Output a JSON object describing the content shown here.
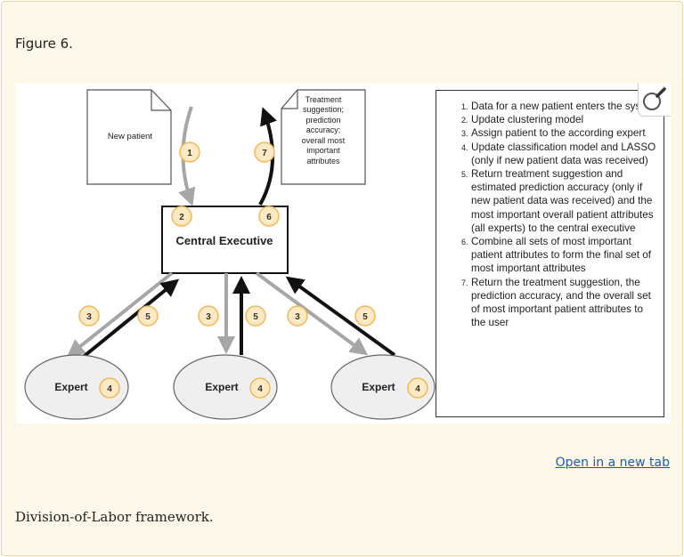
{
  "figure": {
    "title": "Figure 6.",
    "caption": "Division-of-Labor framework.",
    "open_link": "Open in a new tab"
  },
  "diagram": {
    "doc_new_patient": "New patient",
    "doc_output_lines": [
      "Treatment",
      "suggestion;",
      "prediction",
      "accuracy;",
      "overall most",
      "important",
      "attributes"
    ],
    "central_executive": "Central Executive",
    "expert_label": "Expert",
    "badges": {
      "b1": "1",
      "b2": "2",
      "b3": "3",
      "b4": "4",
      "b5": "5",
      "b6": "6",
      "b7": "7"
    },
    "steps": [
      "Data for a new patient enters the system",
      "Update clustering model",
      "Assign patient to the according expert",
      "Update classification model and LASSO (only if new patient data was received)",
      "Return treatment suggestion and estimated prediction accuracy (only if new patient data was received) and the most important overall patient attributes (all experts) to the central executive",
      "Combine all sets of most important patient attributes to form the final set of most important attributes",
      "Return the treatment suggestion, the prediction accuracy, and the overall set of most important patient attributes to the user"
    ]
  },
  "colors": {
    "panel_bg": "#fdf8ea",
    "badge_fill": "#fde9c4",
    "badge_stroke": "#f2b857",
    "gray_arrow": "#a6a6a6",
    "black_arrow": "#111111",
    "link": "#1a5fa8"
  },
  "icons": {
    "zoom": "magnifier-icon"
  }
}
